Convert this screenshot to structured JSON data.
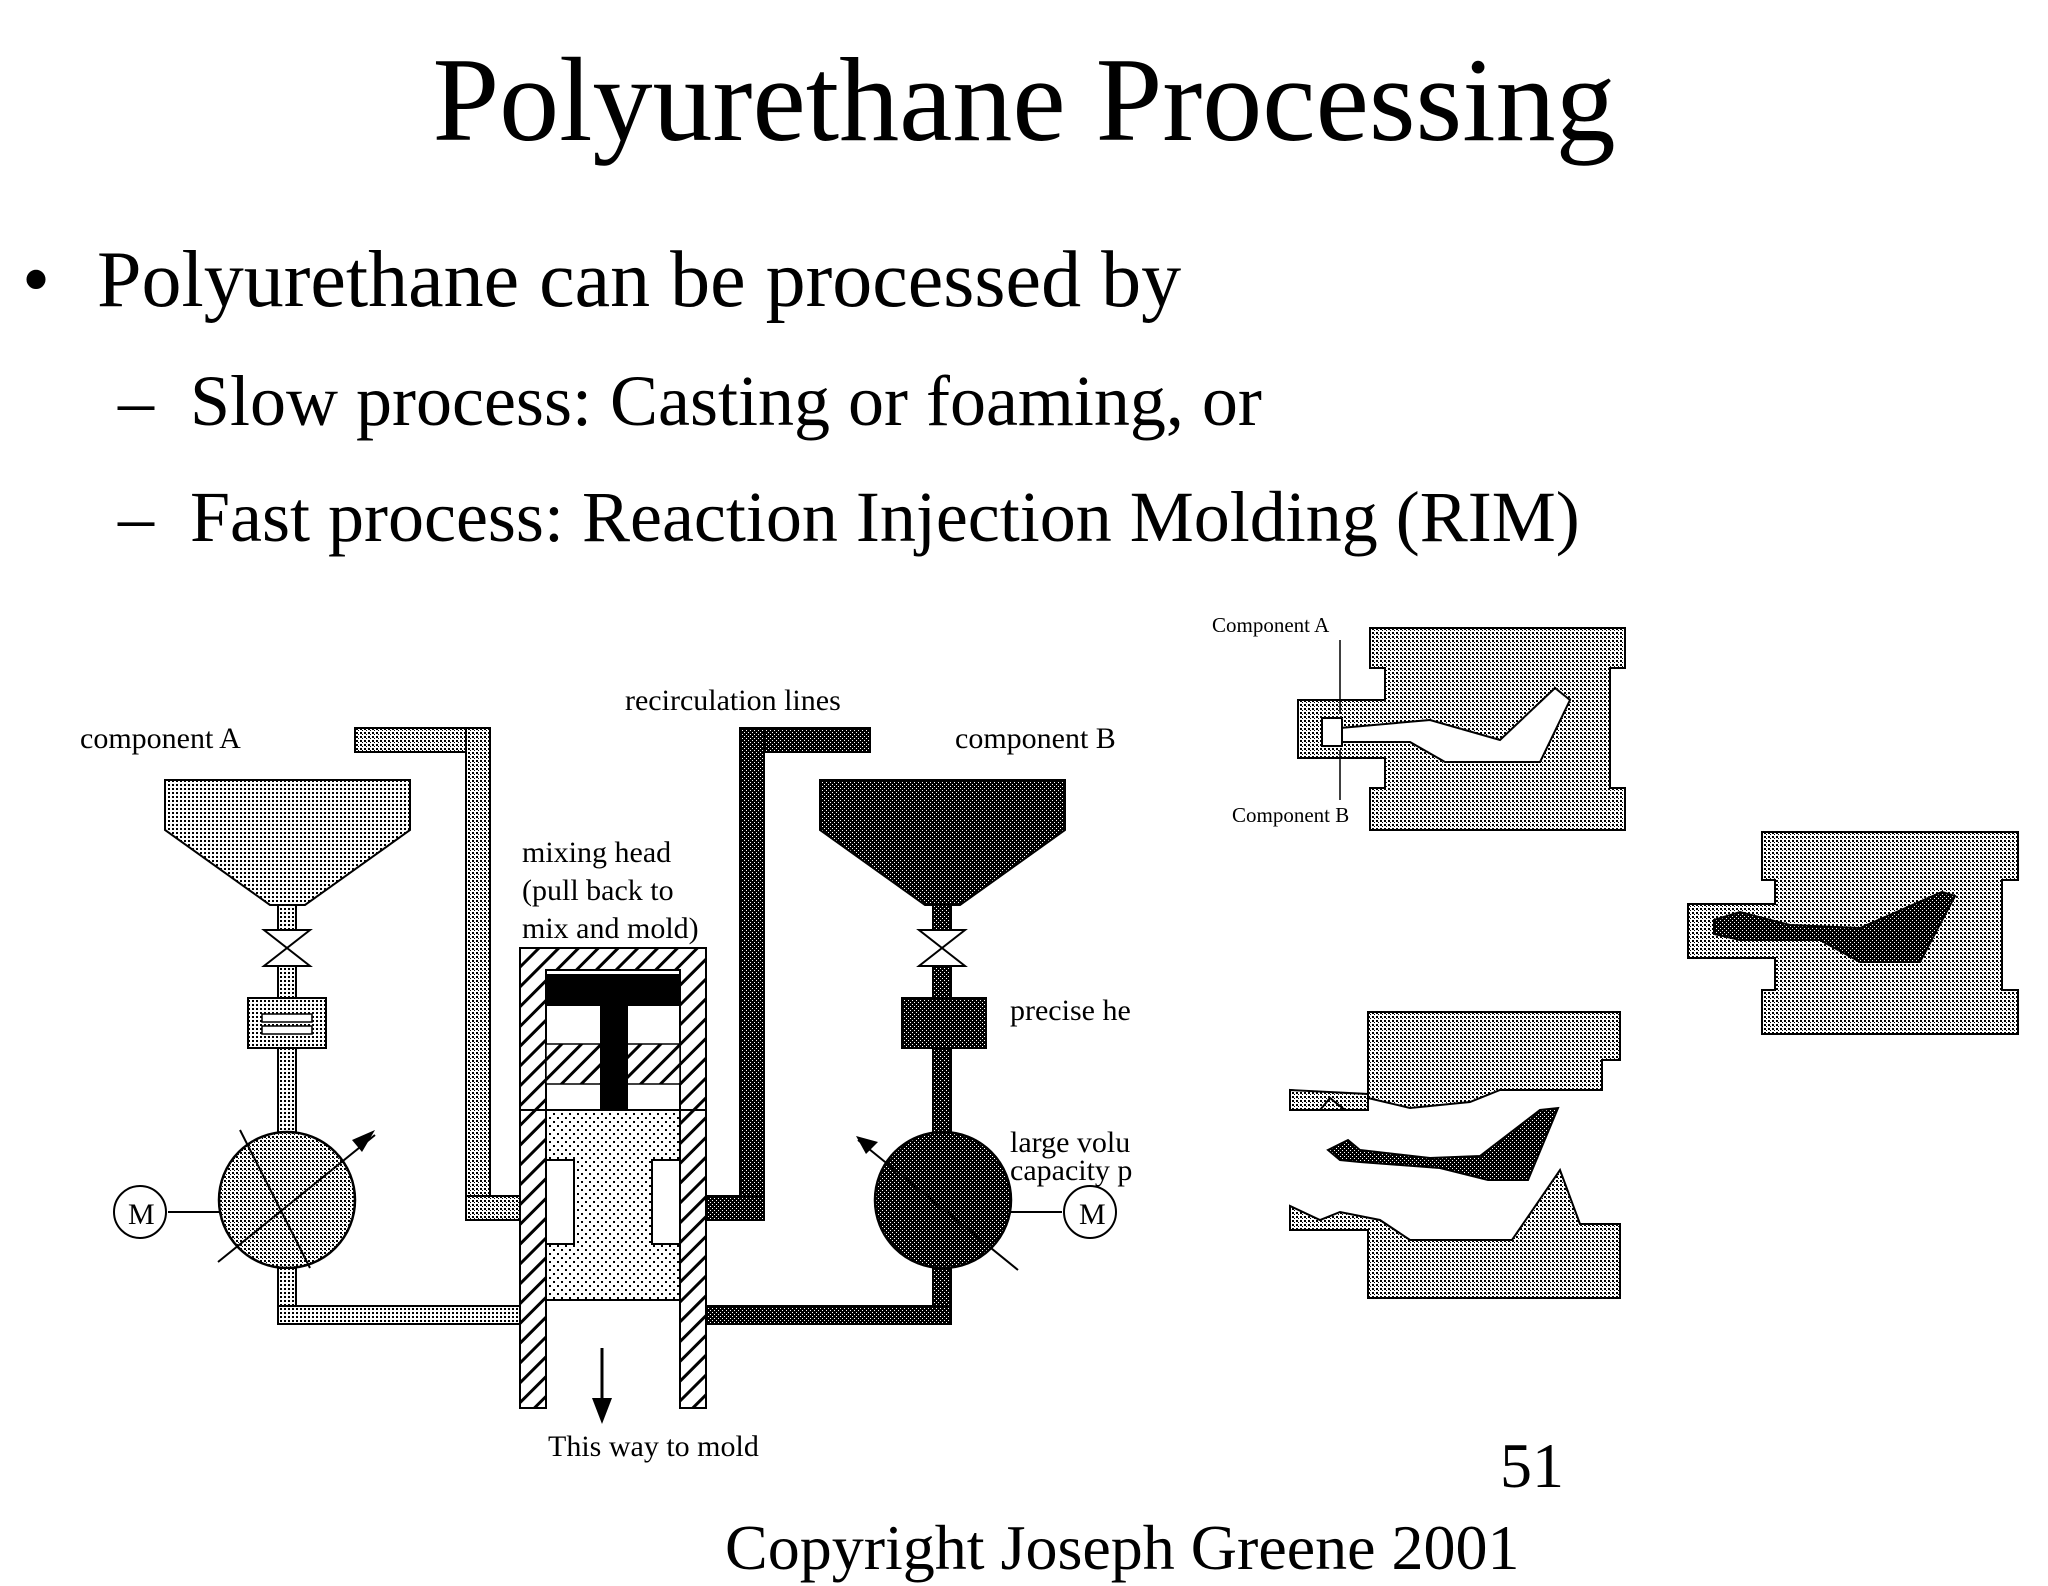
{
  "slide": {
    "title": "Polyurethane Processing",
    "bullet_symbol": "•",
    "bullet": "Polyurethane can be processed by",
    "dash_symbol": "–",
    "sub_items": [
      "Slow process: Casting or foaming, or",
      "Fast process: Reaction Injection Molding (RIM)"
    ],
    "page_number": "51",
    "copyright": "Copyright Joseph Greene 2001"
  },
  "rim_diagram": {
    "labels": {
      "component_a": "component A",
      "recirculation_lines": "recirculation  lines",
      "component_b": "component B",
      "mixing_head_1": "mixing  head",
      "mixing_head_2": "(pull back to",
      "mixing_head_3": "mix and  mold)",
      "precise_head": "precise he",
      "large_volume_1": "large  volu",
      "large_volume_2": "capacity p",
      "motor_left": "M",
      "motor_right": "M",
      "to_mold": "This way to mold"
    }
  },
  "mold_diagram": {
    "labels": {
      "component_a": "Component A",
      "component_b": "Component B"
    }
  }
}
